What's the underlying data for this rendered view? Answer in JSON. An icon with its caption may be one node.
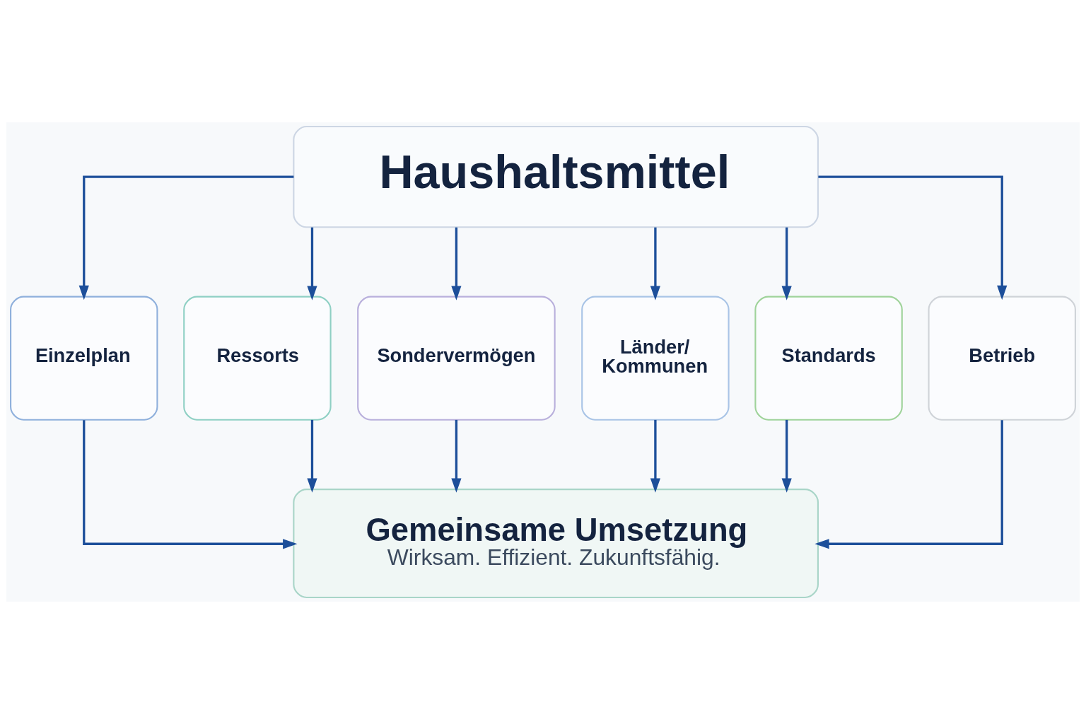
{
  "diagram": {
    "nodes": [
      {
        "text": [
          "Haushaltsmittel"
        ]
      },
      {
        "text": [
          "Einzelplan"
        ]
      },
      {
        "text": [
          "Ressorts"
        ]
      },
      {
        "text": [
          "Sondervermögen"
        ]
      },
      {
        "text": [
          "Länder/ Kommunen"
        ]
      },
      {
        "text": [
          "Standards"
        ]
      },
      {
        "text": [
          "Betrieb"
        ]
      },
      {
        "text": [
          "Gemeinsame Umsetzung",
          "Wirksam. Effizient. Zukunftsfähig."
        ]
      }
    ],
    "edges": [
      {
        "from": 0,
        "to": 1,
        "arrow": "to"
      },
      {
        "from": 0,
        "to": 2,
        "arrow": "to"
      },
      {
        "from": 0,
        "to": 3,
        "arrow": "to"
      },
      {
        "from": 0,
        "to": 4,
        "arrow": "to"
      },
      {
        "from": 0,
        "to": 5,
        "arrow": "to"
      },
      {
        "from": 0,
        "to": 6,
        "arrow": "to"
      },
      {
        "from": 1,
        "to": 7,
        "arrow": "to"
      },
      {
        "from": 2,
        "to": 7,
        "arrow": "to"
      },
      {
        "from": 3,
        "to": 7,
        "arrow": "to"
      },
      {
        "from": 4,
        "to": 7,
        "arrow": "to"
      },
      {
        "from": 5,
        "to": 7,
        "arrow": "to"
      },
      {
        "from": 6,
        "to": 7,
        "arrow": "to"
      }
    ]
  }
}
